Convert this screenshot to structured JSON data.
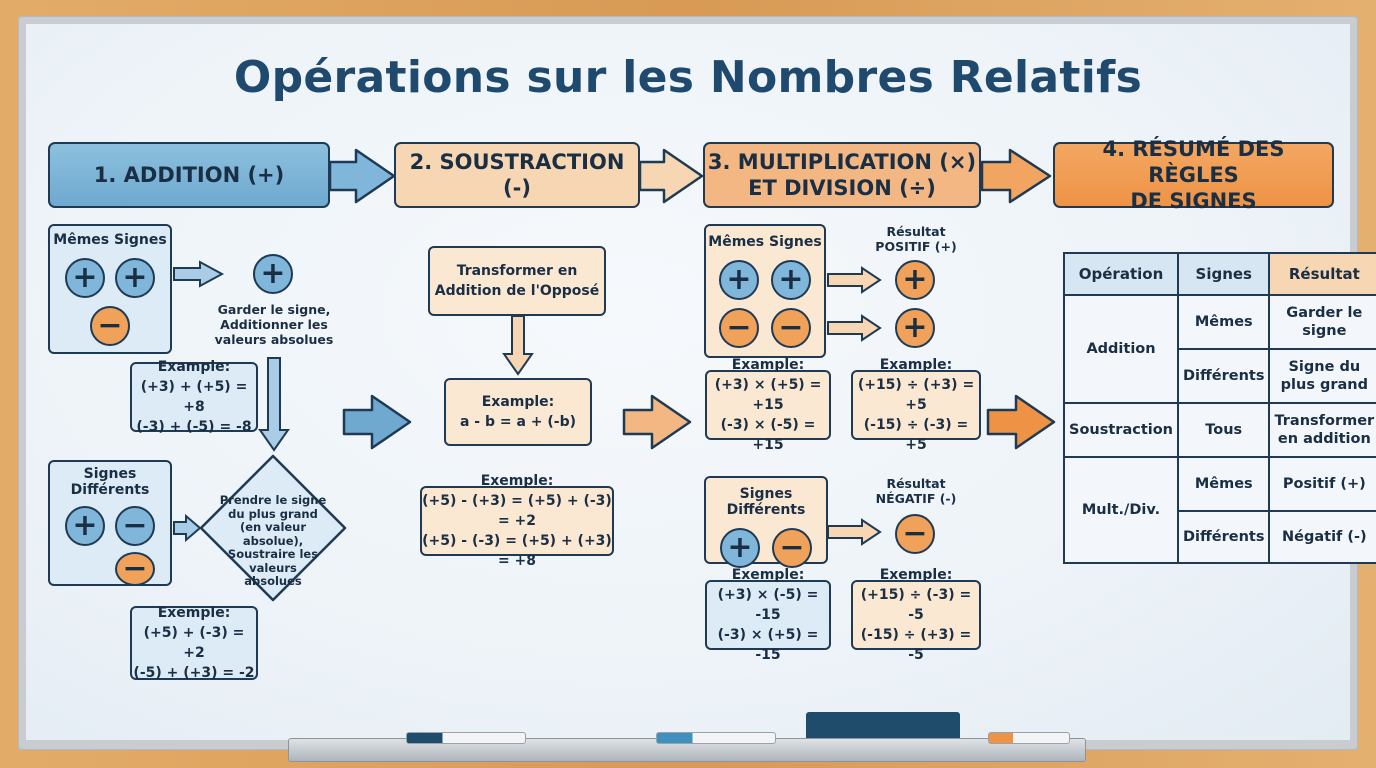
{
  "title": "Opérations sur les Nombres Relatifs",
  "steps": [
    {
      "label": "1. ADDITION (+)"
    },
    {
      "label": "2. SOUSTRACTION (-)"
    },
    {
      "label": "3. MULTIPLICATION (×)\nET DIVISION (÷)"
    },
    {
      "label": "4. RÉSUMÉ DES RÈGLES\nDE SIGNES"
    }
  ],
  "symbols": {
    "plus": "+",
    "minus": "−"
  },
  "addition": {
    "same_signs": {
      "heading": "Mêmes Signes",
      "rule": "Garder le signe,\nAdditionner les\nvaleurs absolues",
      "example_title": "Example:",
      "example_lines": [
        "(+3) + (+5) = +8",
        "(-3) + (-5) = -8"
      ]
    },
    "different_signs": {
      "heading": "Signes Différents",
      "rule": "Prendre le signe\ndu plus grand\n(en valeur absolue),\nSoustraire les\nvaleurs\nabsolues",
      "example_title": "Exemple:",
      "example_lines": [
        "(+5) + (-3) = +2",
        "(-5) + (+3) = -2"
      ]
    }
  },
  "subtraction": {
    "rule": "Transformer en\nAddition de l'Opposé",
    "example1_title": "Example:",
    "example1_line": "a - b = a + (-b)",
    "example2_title": "Exemple:",
    "example2_lines": [
      "(+5) - (+3) = (+5) + (-3) = +2",
      "(+5) - (-3) = (+5) + (+3) = +8"
    ]
  },
  "multiplication": {
    "same_signs": {
      "heading": "Mêmes Signes",
      "result": "Résultat\nPOSITIF (+)",
      "mult_title": "Example:",
      "mult_lines": [
        "(+3) × (+5) = +15",
        "(-3) × (-5) = +15"
      ],
      "div_title": "Example:",
      "div_lines": [
        "(+15) ÷ (+3) = +5",
        "(-15) ÷ (-3) = +5"
      ]
    },
    "different_signs": {
      "heading": "Signes Différents",
      "result": "Résultat\nNÉGATIF (-)",
      "mult_title": "Exemple:",
      "mult_lines": [
        "(+3) × (-5) = -15",
        "(-3) × (+5) = -15"
      ],
      "div_title": "Exemple:",
      "div_lines": [
        "(+15) ÷ (-3) = -5",
        "(-15) ÷ (+3) = -5"
      ]
    }
  },
  "summary": {
    "headers": [
      "Opération",
      "Signes",
      "Résultat"
    ],
    "addition": "Addition",
    "add_same": "Mêmes",
    "add_same_res": "Garder le\nsigne",
    "add_diff": "Différents",
    "add_diff_res": "Signe du\nplus grand",
    "subtraction": "Soustraction",
    "sub_all": "Tous",
    "sub_res": "Transformer\nen addition",
    "multdiv": "Mult./Div.",
    "md_same": "Mêmes",
    "md_same_res": "Positif (+)",
    "md_diff": "Différents",
    "md_diff_res": "Négatif (-)"
  },
  "colors": {
    "blue": "#7fb6da",
    "orange": "#f0a15a",
    "navy": "#1f3a55",
    "title": "#1f4a6e"
  }
}
